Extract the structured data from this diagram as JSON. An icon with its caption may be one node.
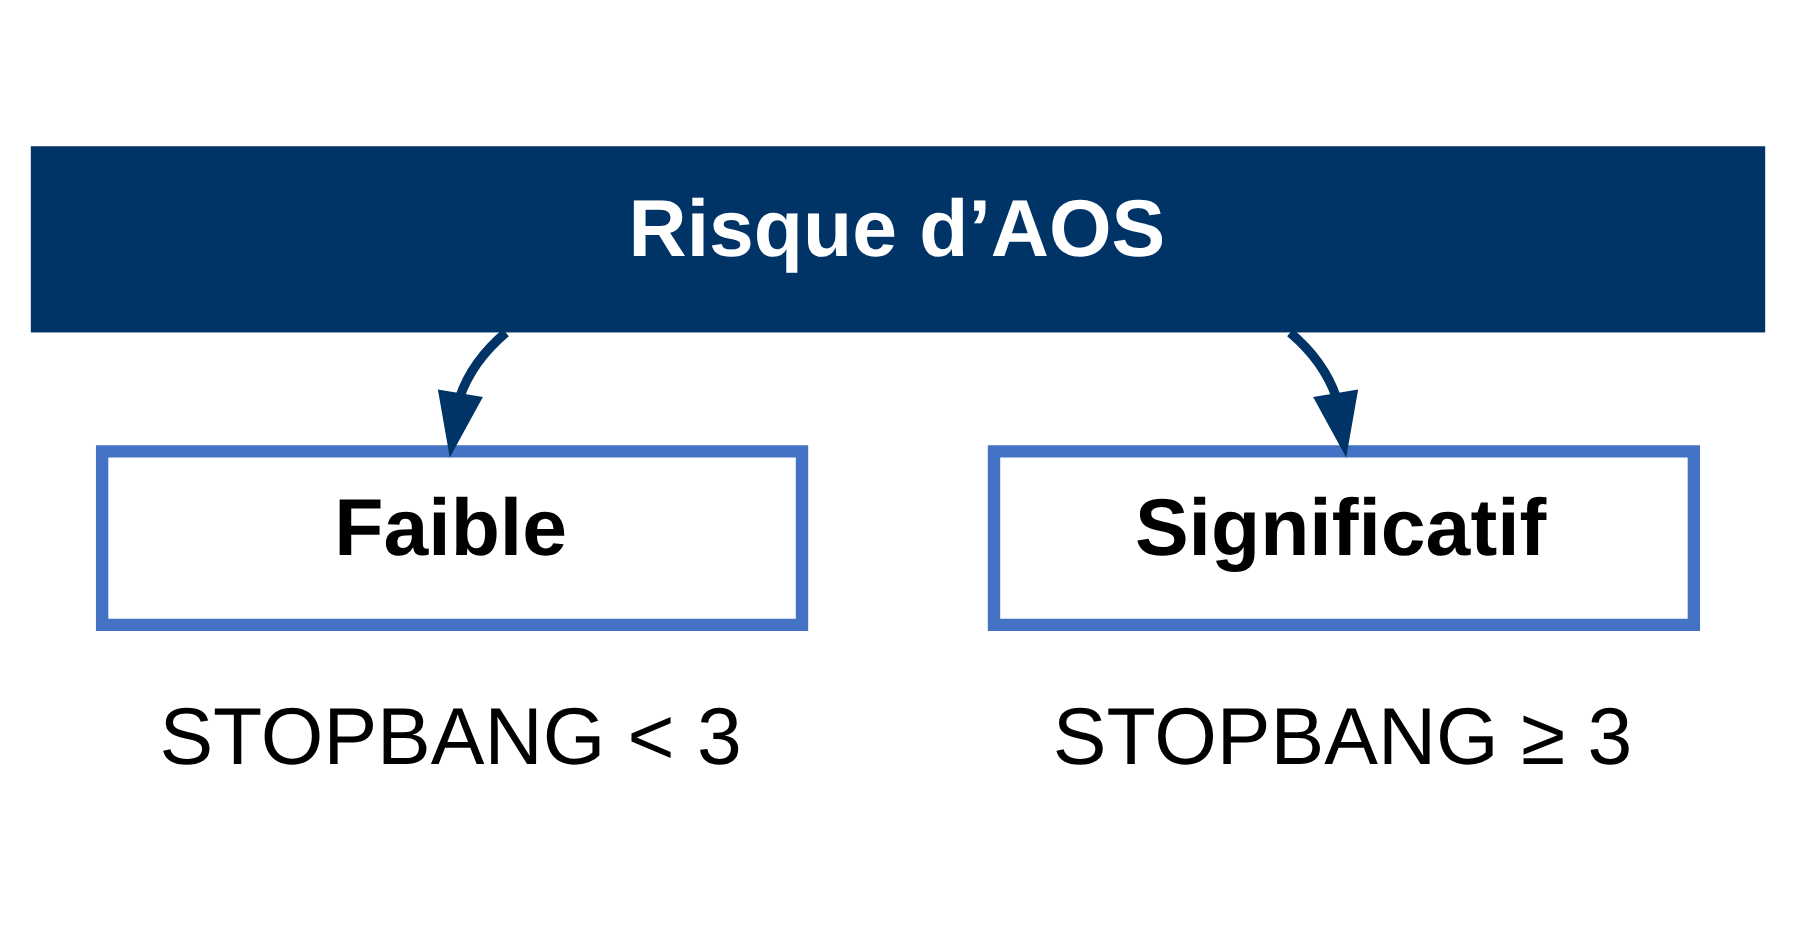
{
  "diagram": {
    "nodes": [
      {
        "text": [
          "Risque d’AOS"
        ]
      },
      {
        "text": [
          "Faible"
        ],
        "beside": [
          "STOPBANG < 3"
        ]
      },
      {
        "text": [
          "Significatif"
        ],
        "beside": [
          "STOPBANG ≥ 3"
        ]
      }
    ],
    "edges": [
      {
        "from": 0,
        "to": 1,
        "arrow": "to"
      },
      {
        "from": 0,
        "to": 2,
        "arrow": "to"
      }
    ]
  }
}
